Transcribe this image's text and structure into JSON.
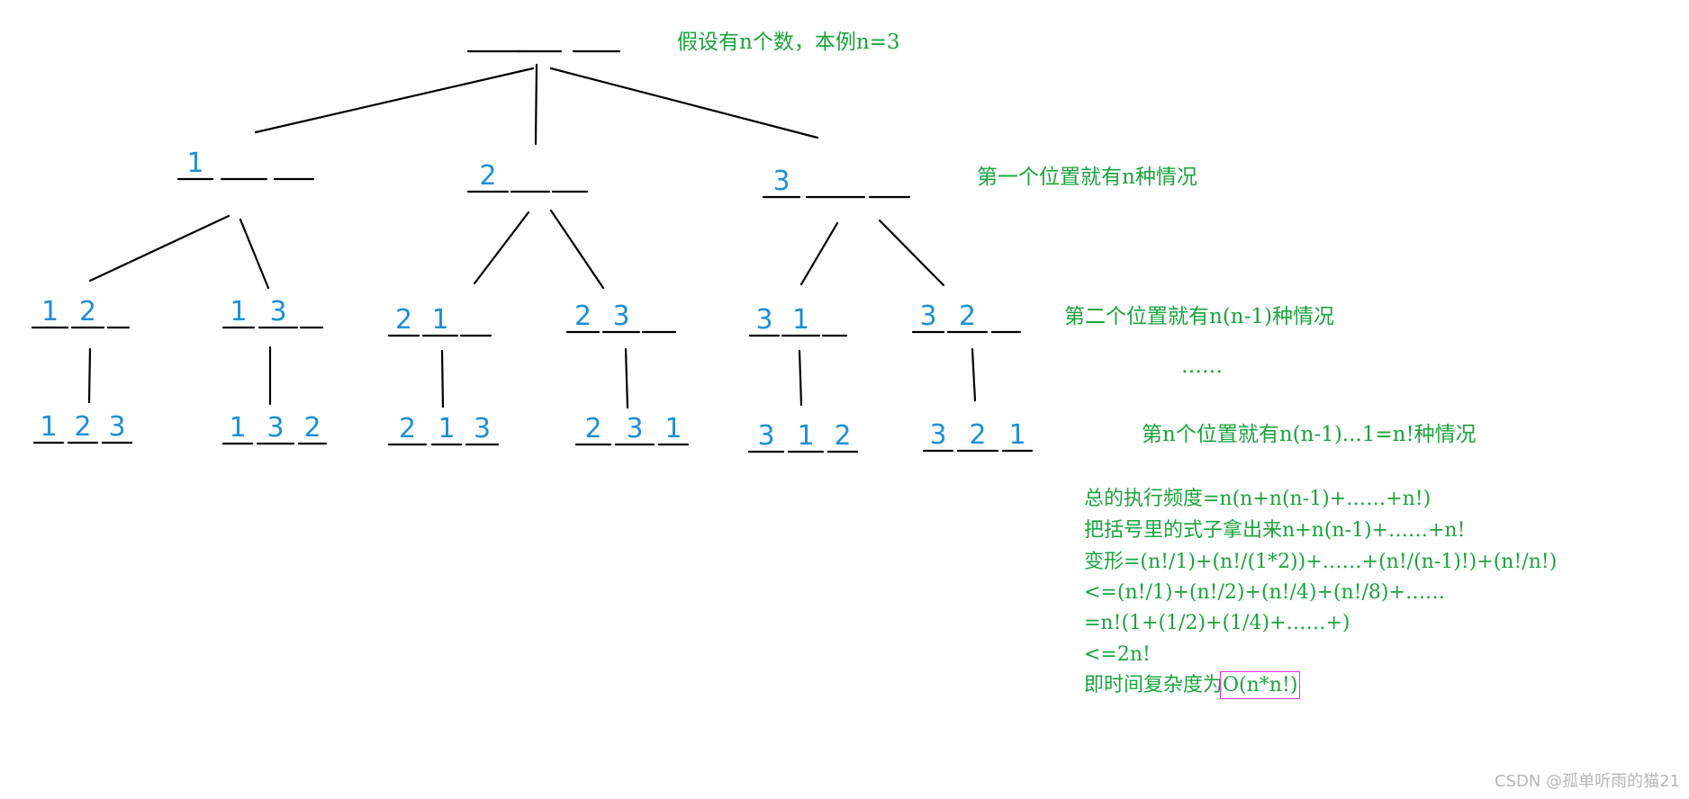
{
  "notes": {
    "top": "假设有n个数，本例n=3",
    "level1": "第一个位置就有n种情况",
    "level2": "第二个位置就有n(n-1)种情况",
    "ellipsis": "……",
    "level3": "第n个位置就有n(n-1)...1=n!种情况"
  },
  "formulas": {
    "line1": "总的执行频度=n(n+n(n-1)+……+n!)",
    "line2": "把括号里的式子拿出来n+n(n-1)+……+n!",
    "line3": "变形=(n!/1)+(n!/(1*2))+……+(n!/(n-1)!)+(n!/n!)",
    "line4": "<=(n!/1)+(n!/2)+(n!/4)+(n!/8)+……",
    "line5": "=n!(1+(1/2)+(1/4)+……+)",
    "line6": "<=2n!",
    "line7_prefix": "即时间复杂度为",
    "line7_result": "O(n*n!)"
  },
  "tree": {
    "root": [
      "",
      "",
      ""
    ],
    "level1": [
      [
        "1",
        "",
        ""
      ],
      [
        "2",
        "",
        ""
      ],
      [
        "3",
        "",
        ""
      ]
    ],
    "level2": [
      [
        "1",
        "2",
        ""
      ],
      [
        "1",
        "3",
        ""
      ],
      [
        "2",
        "1",
        ""
      ],
      [
        "2",
        "3",
        ""
      ],
      [
        "3",
        "1",
        ""
      ],
      [
        "3",
        "2",
        ""
      ]
    ],
    "level3": [
      [
        "1",
        "2",
        "3"
      ],
      [
        "1",
        "3",
        "2"
      ],
      [
        "2",
        "1",
        "3"
      ],
      [
        "2",
        "3",
        "1"
      ],
      [
        "3",
        "1",
        "2"
      ],
      [
        "3",
        "2",
        "1"
      ]
    ]
  },
  "watermark": "CSDN @孤单听雨的猫21",
  "colors": {
    "note": "#1aa33c",
    "digit": "#1e8fd6",
    "line": "#000000",
    "highlight": "#e22ee0",
    "watermark": "#b5b5b5"
  }
}
